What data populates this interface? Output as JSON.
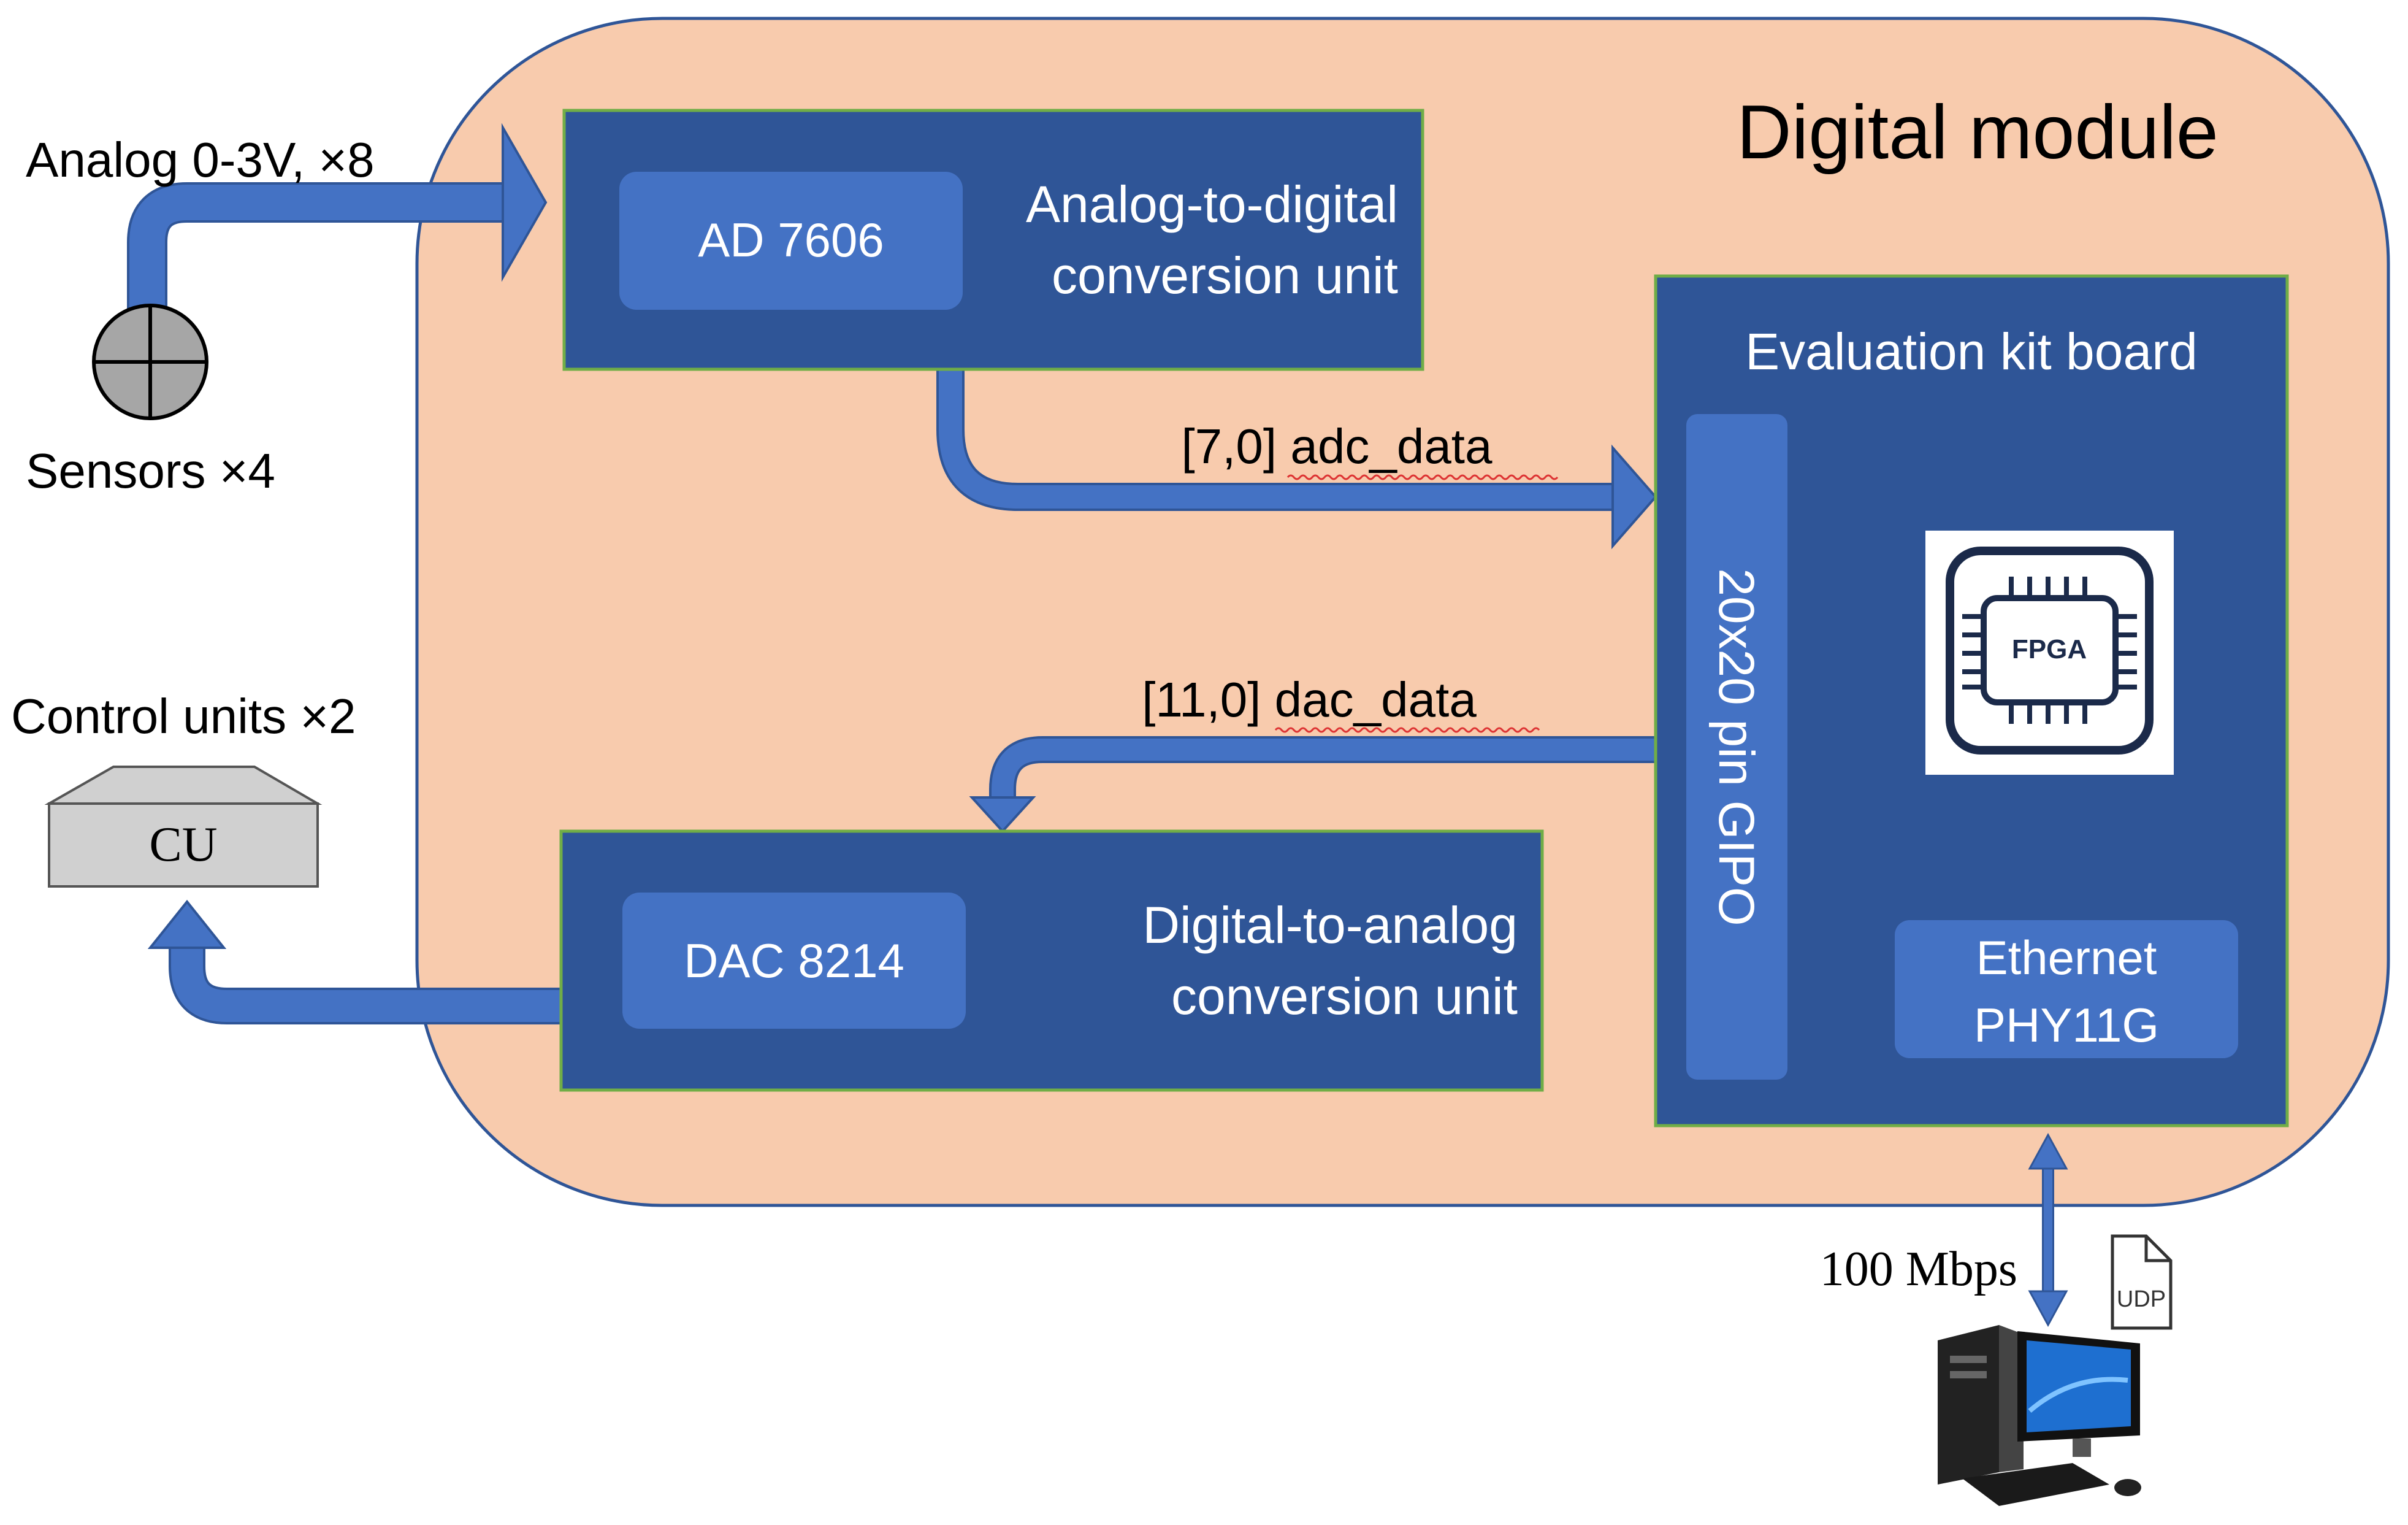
{
  "module": {
    "title": "Digital module"
  },
  "inputs": {
    "analog_label": "Analog 0-3V, ×8",
    "sensors_label": "Sensors ×4",
    "control_units_label": "Control units ×2",
    "cu_label": "CU"
  },
  "adc_unit": {
    "chip": "AD 7606",
    "title_line1": "Analog-to-digital",
    "title_line2": "conversion unit"
  },
  "dac_unit": {
    "chip": "DAC 8214",
    "title_line1": "Digital-to-analog",
    "title_line2": "conversion unit"
  },
  "eval_board": {
    "title": "Evaluation kit board",
    "gpio": "20x20 pin GIPO",
    "fpga": "FPGA",
    "ethernet_line1": "Ethernet",
    "ethernet_line2": "PHY11G"
  },
  "signals": {
    "adc_data": "[7,0] adc_data",
    "dac_data": "[11,0] dac_data",
    "link_speed": "100 Mbps",
    "protocol": "UDP"
  },
  "colors": {
    "module_fill": "#f8cbad",
    "module_stroke": "#2f5597",
    "unit_fill": "#2f5597",
    "unit_stroke": "#70ad47",
    "chip_fill": "#4472c4",
    "arrow": "#4472c4",
    "arrow_stroke": "#2f5597"
  }
}
